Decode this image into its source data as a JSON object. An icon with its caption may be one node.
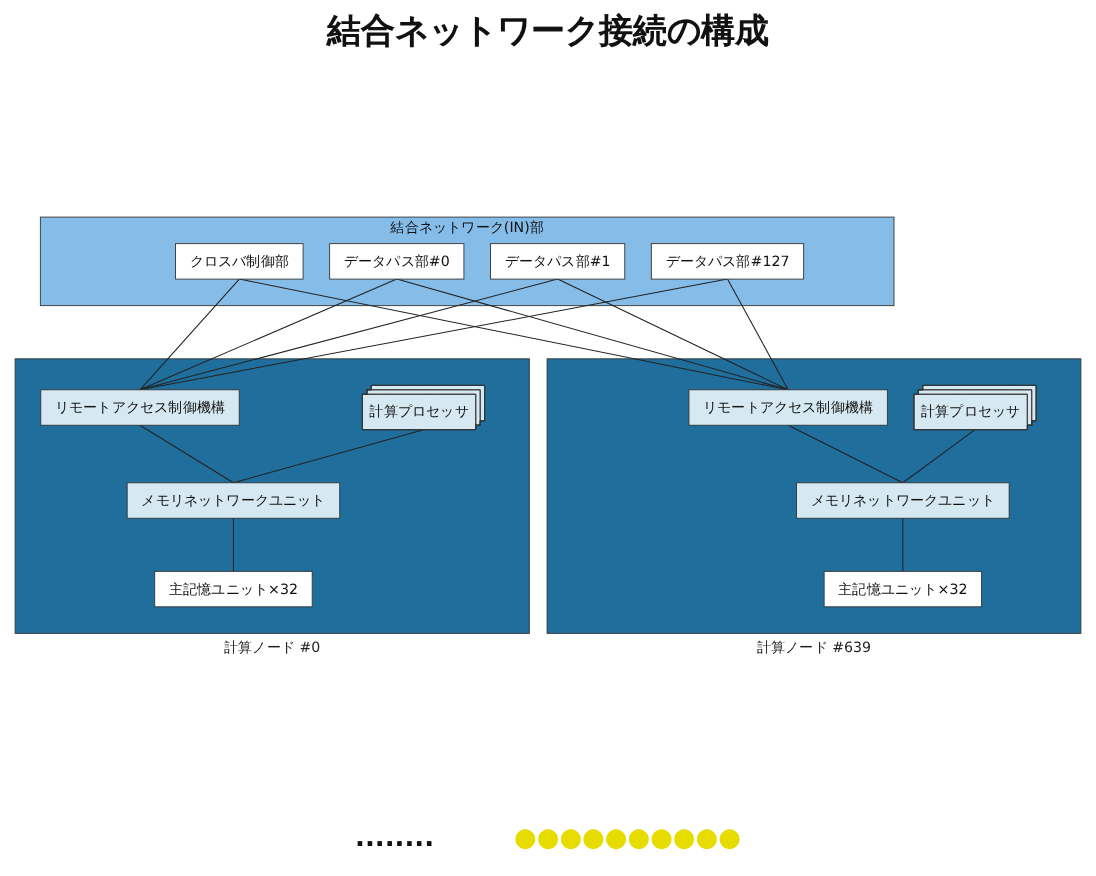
{
  "diagram": {
    "title": "結合ネットワーク接続の構成",
    "nodes": [
      {
        "text": [
          "結合ネットワーク(IN)部"
        ]
      },
      {
        "text": [
          "クロスバ制御部"
        ],
        "in": 0
      },
      {
        "text": [
          "データパス部#0"
        ],
        "in": 0
      },
      {
        "text": [
          "データパス部#1"
        ],
        "in": 0
      },
      {
        "text": [
          "データパス部#127"
        ],
        "in": 0
      },
      {
        "text": [
          "計算ノード #0"
        ]
      },
      {
        "text": [
          "リモートアクセス制御機構"
        ],
        "in": 5
      },
      {
        "text": [
          "計算プロセッサ"
        ],
        "in": 5
      },
      {
        "text": [
          "メモリネットワークユニット"
        ],
        "in": 5
      },
      {
        "text": [
          "主記憶ユニット×32"
        ],
        "in": 5
      },
      {
        "text": [
          "計算ノード #639"
        ]
      },
      {
        "text": [
          "リモートアクセス制御機構"
        ],
        "in": 10
      },
      {
        "text": [
          "計算プロセッサ"
        ],
        "in": 10
      },
      {
        "text": [
          "メモリネットワークユニット"
        ],
        "in": 10
      },
      {
        "text": [
          "主記憶ユニット×32"
        ],
        "in": 10
      }
    ],
    "edges": [
      {
        "from": 1,
        "to": 6,
        "arrow": "none"
      },
      {
        "from": 1,
        "to": 11,
        "arrow": "none"
      },
      {
        "from": 2,
        "to": 6,
        "arrow": "none"
      },
      {
        "from": 2,
        "to": 11,
        "arrow": "none"
      },
      {
        "from": 3,
        "to": 6,
        "arrow": "none"
      },
      {
        "from": 3,
        "to": 11,
        "arrow": "none"
      },
      {
        "from": 4,
        "to": 6,
        "arrow": "none"
      },
      {
        "from": 4,
        "to": 11,
        "arrow": "none"
      },
      {
        "from": 6,
        "to": 8,
        "arrow": "none"
      },
      {
        "from": 7,
        "to": 8,
        "arrow": "none"
      },
      {
        "from": 8,
        "to": 9,
        "arrow": "none"
      },
      {
        "from": 11,
        "to": 13,
        "arrow": "none"
      },
      {
        "from": 12,
        "to": 13,
        "arrow": "none"
      },
      {
        "from": 13,
        "to": 14,
        "arrow": "none"
      }
    ],
    "labels": [
      "........",
      "●●●●●●●●●●"
    ]
  }
}
